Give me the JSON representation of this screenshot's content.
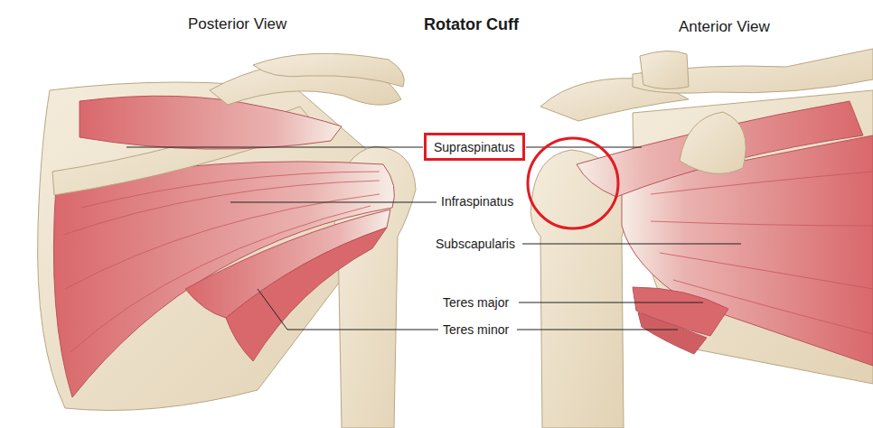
{
  "diagram": {
    "title": "Rotator Cuff",
    "nodes": [
      {
        "text": [
          "Supraspinatus"
        ]
      }
    ],
    "labels": [
      "Posterior View",
      "Anterior View",
      "Infraspinatus",
      "Subscapularis",
      "Teres major",
      "Teres minor"
    ]
  }
}
